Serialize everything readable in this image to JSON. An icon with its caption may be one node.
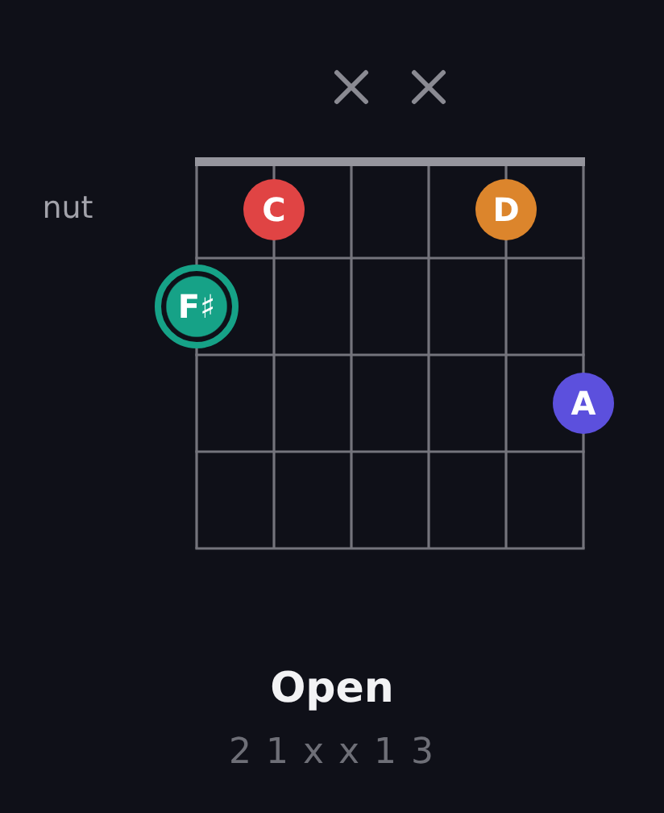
{
  "diagram": {
    "title": "Open",
    "nodes": [
      {
        "text": [
          "C"
        ]
      },
      {
        "text": [
          "D"
        ]
      },
      {
        "text": [
          "F♯"
        ]
      },
      {
        "text": [
          "A"
        ]
      }
    ],
    "labels": [
      "nut",
      "2 1 x x 1 3"
    ]
  }
}
